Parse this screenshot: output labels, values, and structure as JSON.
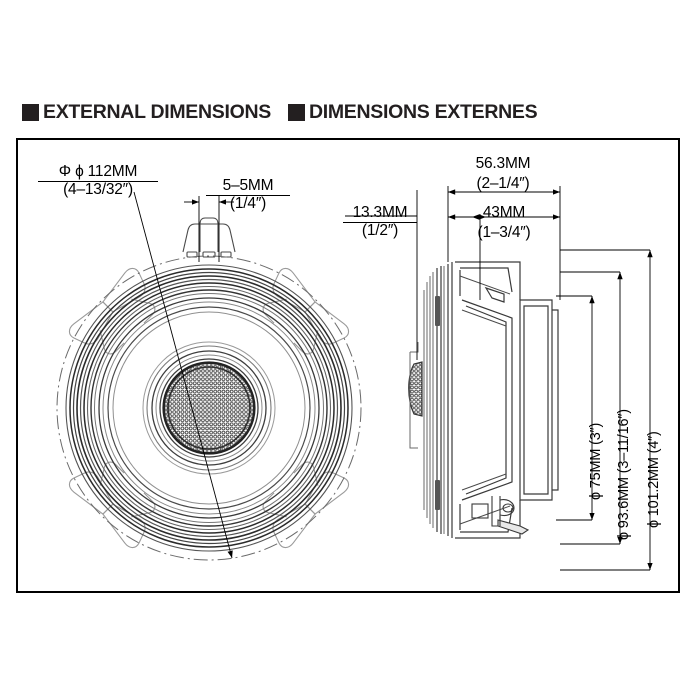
{
  "heading": {
    "items": [
      {
        "bullet": "square-bullet",
        "label": "EXTERNAL DIMENSIONS"
      },
      {
        "bullet": "square-bullet",
        "label": "DIMENSIONS EXTERNES"
      }
    ]
  },
  "drawing": {
    "title": "Car speaker external dimension drawing",
    "views": [
      {
        "name": "front-view",
        "description": "Front elevation of coaxial speaker showing concentric cone rings, center mesh dome and mounting tabs"
      },
      {
        "name": "side-view",
        "description": "Side section profile of speaker showing flange, basket, magnet and terminals"
      }
    ],
    "stroke_color": "#000000",
    "light_stroke_color": "#9a9a9a",
    "background": "#ffffff"
  },
  "dimensions": {
    "front": [
      {
        "id": "outer-diameter",
        "mm": "ϕ 112MM",
        "inch": "(4–13/32″)",
        "orientation": "leader"
      },
      {
        "id": "tab-thickness",
        "mm": "5–5MM",
        "inch": "(1/4″)",
        "orientation": "horizontal"
      }
    ],
    "side_horizontal": [
      {
        "id": "overall-depth",
        "mm": "56.3MM",
        "inch": "(2–1/4″)"
      },
      {
        "id": "flange-depth",
        "mm": "13.3MM",
        "inch": "(1/2″)"
      },
      {
        "id": "mounting-depth",
        "mm": "43MM",
        "inch": "(1–3/4″)"
      }
    ],
    "side_vertical": [
      {
        "id": "cutout-diameter",
        "label": "ϕ 75MM (3″)"
      },
      {
        "id": "bolt-circle-diameter",
        "label": "ϕ 93.6MM (3–11/16″)"
      },
      {
        "id": "flange-diameter",
        "label": "ϕ 101.2MM (4″)"
      }
    ]
  }
}
